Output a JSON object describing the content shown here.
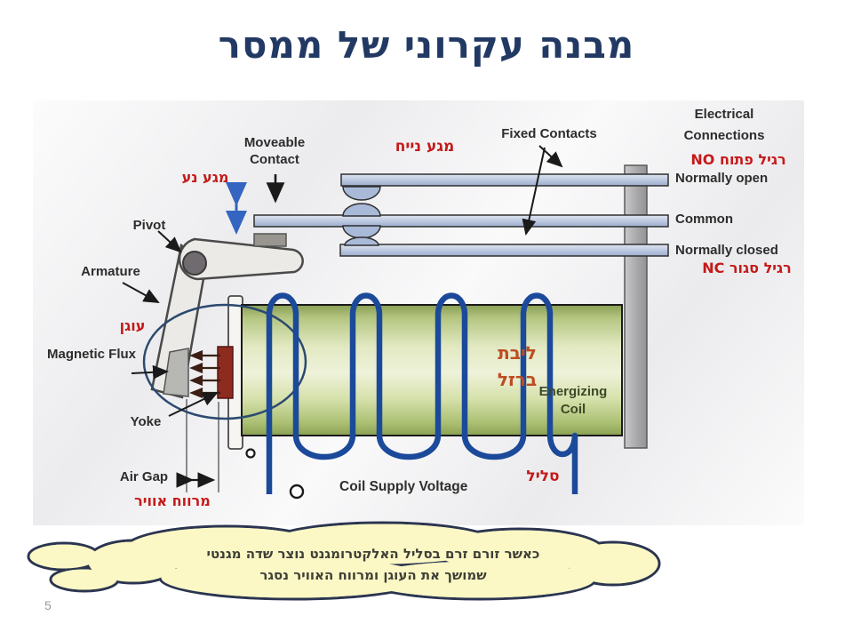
{
  "slide": {
    "title": "מבנה עקרוני של ממסר",
    "page_number": "5"
  },
  "diagram": {
    "labels_en": {
      "moveable_contact": "Moveable Contact",
      "pivot": "Pivot",
      "armature": "Armature",
      "magnetic_flux": "Magnetic Flux",
      "yoke": "Yoke",
      "air_gap": "Air Gap",
      "fixed_contacts": "Fixed Contacts",
      "electrical_connections": "Electrical Connections",
      "normally_open": "Normally open",
      "common": "Common",
      "normally_closed": "Normally closed",
      "energizing_coil": "Energizing Coil",
      "coil_supply_voltage": "Coil Supply Voltage"
    },
    "labels_he": {
      "moving_contact": "מגע נע",
      "fixed_contact": "מגע נייח",
      "normally_open_no": "רגיל פתוח NO",
      "normally_closed_nc": "רגיל סגור NC",
      "armature": "עוגן",
      "air_gap": "מרווח אוויר",
      "iron_core": "ליבת ברזל",
      "coil": "סליל"
    },
    "callout": {
      "line1": "כאשר זורם זרם בסליל האלקטרומגנט נוצר שדה מגנטי",
      "line2": "שמושך את העוגן ומרווח האוויר נסגר"
    },
    "colors": {
      "title_navy": "#223a63",
      "label_red": "#c41a1a",
      "coil_wire_blue": "#1c4a9a",
      "core_green": "#dce7b5",
      "yoke_red": "#8e2b20",
      "cloud_yellow": "#fbf8c5"
    }
  }
}
